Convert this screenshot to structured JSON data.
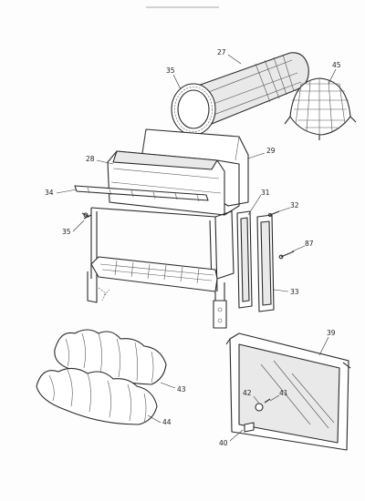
{
  "callouts": [
    {
      "id": "c27",
      "text": "27"
    },
    {
      "id": "c35a",
      "text": "35"
    },
    {
      "id": "c45",
      "text": "45"
    },
    {
      "id": "c28",
      "text": "28"
    },
    {
      "id": "c29",
      "text": "29"
    },
    {
      "id": "c34",
      "text": "34"
    },
    {
      "id": "c31",
      "text": "31"
    },
    {
      "id": "c32",
      "text": "32"
    },
    {
      "id": "c35b",
      "text": "35"
    },
    {
      "id": "c87",
      "text": "87"
    },
    {
      "id": "c33",
      "text": "33"
    },
    {
      "id": "c39",
      "text": "39"
    },
    {
      "id": "c43",
      "text": "43"
    },
    {
      "id": "c42",
      "text": "42"
    },
    {
      "id": "c41",
      "text": "41"
    },
    {
      "id": "c44",
      "text": "44"
    },
    {
      "id": "c40",
      "text": "40"
    }
  ],
  "colors": {
    "line": "#2a2a2a",
    "paper": "#fdfdfd",
    "glass": "#ededed"
  }
}
